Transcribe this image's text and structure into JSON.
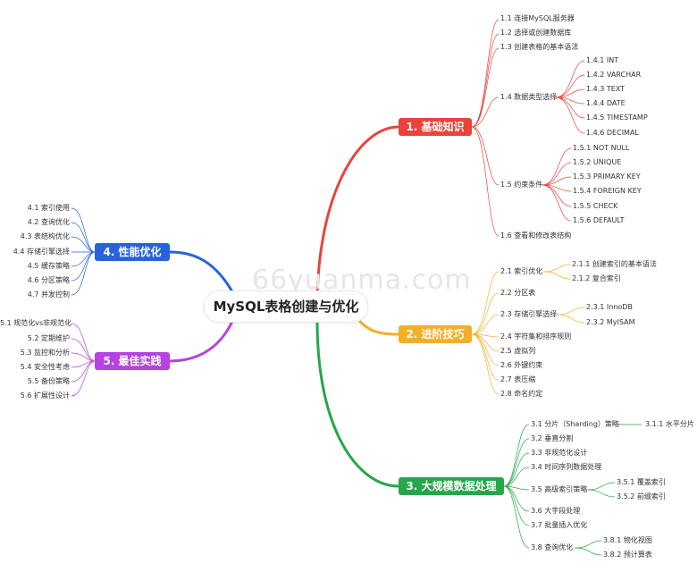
{
  "root": "MySQL表格创建与优化",
  "watermark": "66yuanma.com",
  "colors": {
    "b1": "#e8443a",
    "b2": "#f2b02a",
    "b3": "#27a64a",
    "b4": "#2663db",
    "b5": "#b642e0"
  },
  "b1": {
    "label": "1. 基础知识",
    "items": [
      "1.1 连接MySQL服务器",
      "1.2 选择或创建数据库",
      "1.3 创建表格的基本语法",
      "1.4 数据类型选择",
      "1.5 约束条件",
      "1.6 查看和修改表结构"
    ],
    "sub14": [
      "1.4.1 INT",
      "1.4.2 VARCHAR",
      "1.4.3 TEXT",
      "1.4.4 DATE",
      "1.4.5 TIMESTAMP",
      "1.4.6 DECIMAL"
    ],
    "sub15": [
      "1.5.1 NOT NULL",
      "1.5.2 UNIQUE",
      "1.5.3 PRIMARY KEY",
      "1.5.4 FOREIGN KEY",
      "1.5.5 CHECK",
      "1.5.6 DEFAULT"
    ]
  },
  "b2": {
    "label": "2. 进阶技巧",
    "items": [
      "2.1 索引优化",
      "2.2 分区表",
      "2.3 存储引擎选择",
      "2.4 字符集和排序规则",
      "2.5 虚拟列",
      "2.6 外键约束",
      "2.7 表压缩",
      "2.8 命名约定"
    ],
    "sub21": [
      "2.1.1 创建索引的基本语法",
      "2.1.2 复合索引"
    ],
    "sub23": [
      "2.3.1 InnoDB",
      "2.3.2 MyISAM"
    ]
  },
  "b3": {
    "label": "3. 大规模数据处理",
    "items": [
      "3.1 分片（Sharding）策略",
      "3.2 垂直分割",
      "3.3 非规范化设计",
      "3.4 时间序列数据处理",
      "3.5 高级索引策略",
      "3.6 大字段处理",
      "3.7 批量插入优化",
      "3.8 查询优化"
    ],
    "sub31": [
      "3.1.1 水平分片"
    ],
    "sub35": [
      "3.5.1 覆盖索引",
      "3.5.2 前缀索引"
    ],
    "sub38": [
      "3.8.1 物化视图",
      "3.8.2 预计算表"
    ]
  },
  "b4": {
    "label": "4. 性能优化",
    "items": [
      "4.1 索引使用",
      "4.2 查询优化",
      "4.3 表结构优化",
      "4.4 存储引擎选择",
      "4.5 缓存策略",
      "4.6 分区策略",
      "4.7 并发控制"
    ]
  },
  "b5": {
    "label": "5. 最佳实践",
    "items": [
      "5.1 规范化vs非规范化",
      "5.2 定期维护",
      "5.3 监控和分析",
      "5.4 安全性考虑",
      "5.5 备份策略",
      "5.6 扩展性设计"
    ]
  }
}
